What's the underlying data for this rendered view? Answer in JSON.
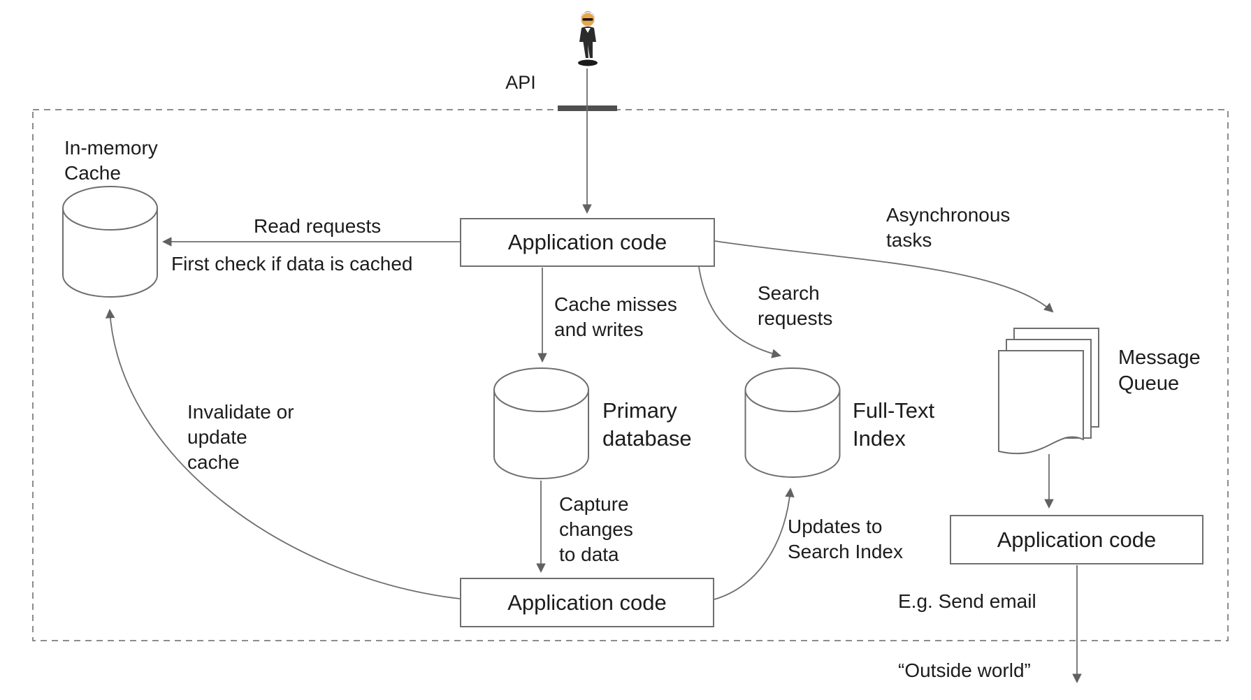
{
  "actor": {
    "api_label": "API",
    "icon": "levitating-person-icon"
  },
  "boundary": {
    "style": "dashed",
    "api_bar_color": "#4f4f4f"
  },
  "nodes": {
    "app_top": {
      "label": "Application code"
    },
    "app_bottom": {
      "label": "Application code"
    },
    "app_right": {
      "label": "Application code"
    },
    "cache": {
      "label": "In-memory\nCache",
      "icon": "database-cylinder-icon"
    },
    "primary_db": {
      "label": "Primary\ndatabase",
      "icon": "database-cylinder-icon"
    },
    "fulltext_index": {
      "label": "Full-Text\nIndex",
      "icon": "database-cylinder-icon"
    },
    "message_queue": {
      "label": "Message\nQueue",
      "icon": "stacked-documents-icon"
    }
  },
  "edges": {
    "read_requests": {
      "label": "Read requests"
    },
    "read_requests_note": {
      "label": "First check if data is cached"
    },
    "cache_misses": {
      "label": "Cache misses\nand writes"
    },
    "search_requests": {
      "label": "Search\nrequests"
    },
    "async_tasks": {
      "label": "Asynchronous\ntasks"
    },
    "invalidate_cache": {
      "label": "Invalidate or\nupdate\ncache"
    },
    "capture_changes": {
      "label": "Capture\nchanges\nto data"
    },
    "updates_search_index": {
      "label": "Updates to\nSearch Index"
    },
    "send_email_note": {
      "label": "E.g. Send email"
    },
    "outside_world": {
      "label": "“Outside world”"
    }
  },
  "colors": {
    "stroke": "#6e6e6e",
    "arrowhead": "#616161",
    "text": "#1c1c1c",
    "background": "#ffffff",
    "boundary_dash": "#8c8c8c",
    "api_bar": "#4f4f4f",
    "person_suit": "#2b2b2b",
    "person_skin": "#eaa64e"
  }
}
